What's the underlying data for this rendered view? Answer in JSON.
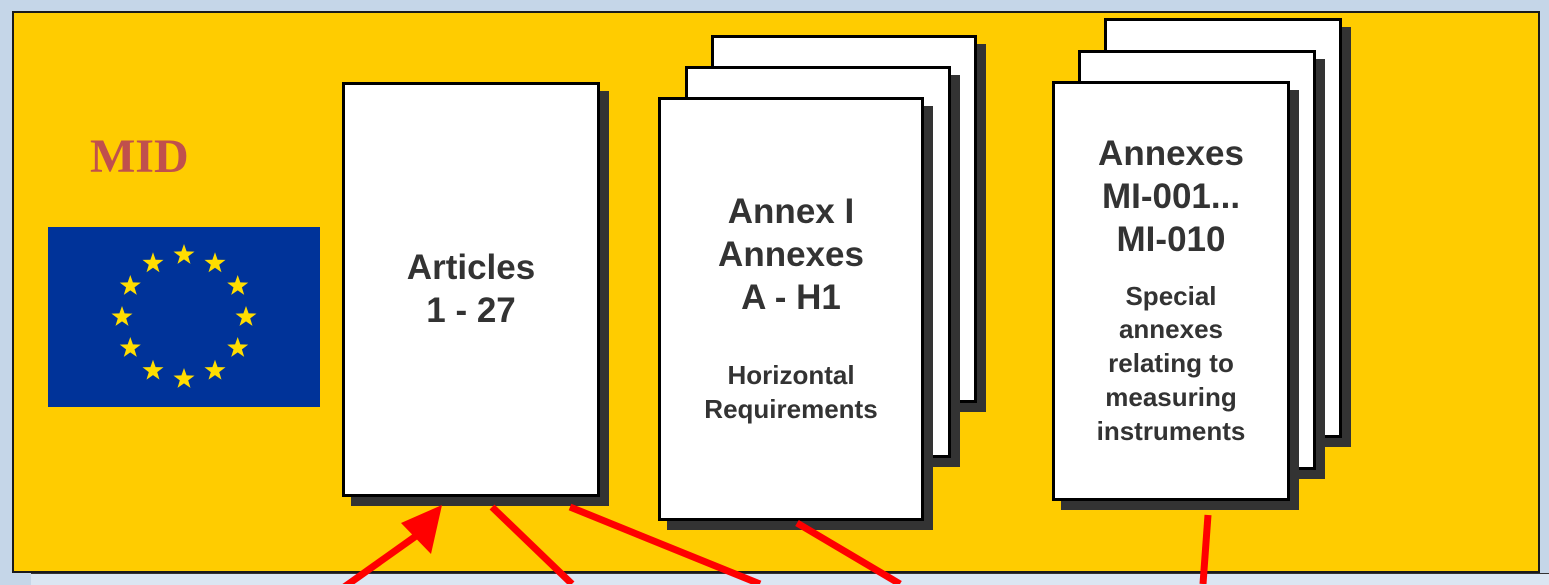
{
  "title": "MID",
  "flag": {
    "icon": "eu-flag-icon",
    "background": "#003399",
    "star_color": "#ffdd00",
    "stars": 12
  },
  "documents": {
    "articles": {
      "lines": [
        "Articles",
        "1 - 27"
      ]
    },
    "annex_i": {
      "title_lines": [
        "Annex I",
        "Annexes",
        "A - H1"
      ],
      "sub_lines": [
        "Horizontal",
        "Requirements"
      ]
    },
    "annexes_mi": {
      "title_lines": [
        "Annexes",
        "MI-001...",
        "MI-010"
      ],
      "sub_lines": [
        "Special",
        "annexes",
        "relating to",
        "measuring",
        "instruments"
      ]
    }
  },
  "colors": {
    "panel": "#ffcc00",
    "arrow": "#ff0000",
    "title": "#c0504d",
    "page_bg": "#c5d6e8"
  }
}
